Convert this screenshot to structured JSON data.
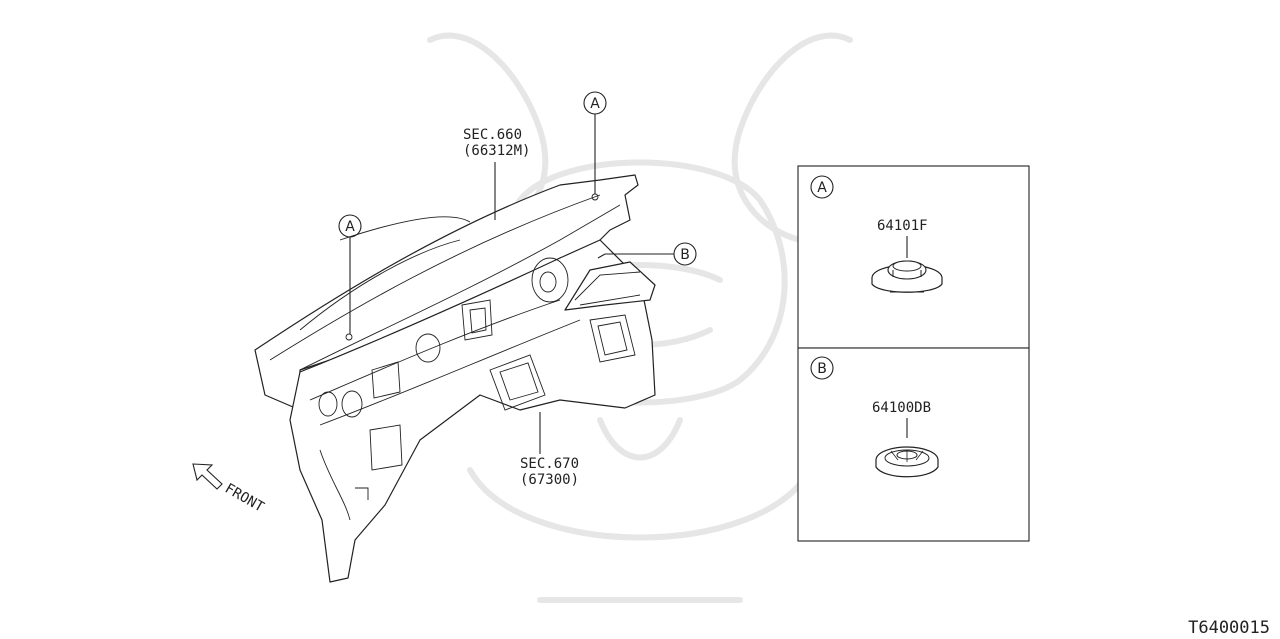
{
  "callouts": {
    "sec660_label": "SEC.660",
    "sec660_part": "(66312M)",
    "sec670_label": "SEC.670",
    "sec670_part": "(67300)",
    "ref_a": "A",
    "ref_b": "B",
    "front": "FRONT"
  },
  "detail_panels": [
    {
      "ref": "A",
      "part_number": "64101F"
    },
    {
      "ref": "B",
      "part_number": "64100DB"
    }
  ],
  "diagram_code": "T6400015"
}
